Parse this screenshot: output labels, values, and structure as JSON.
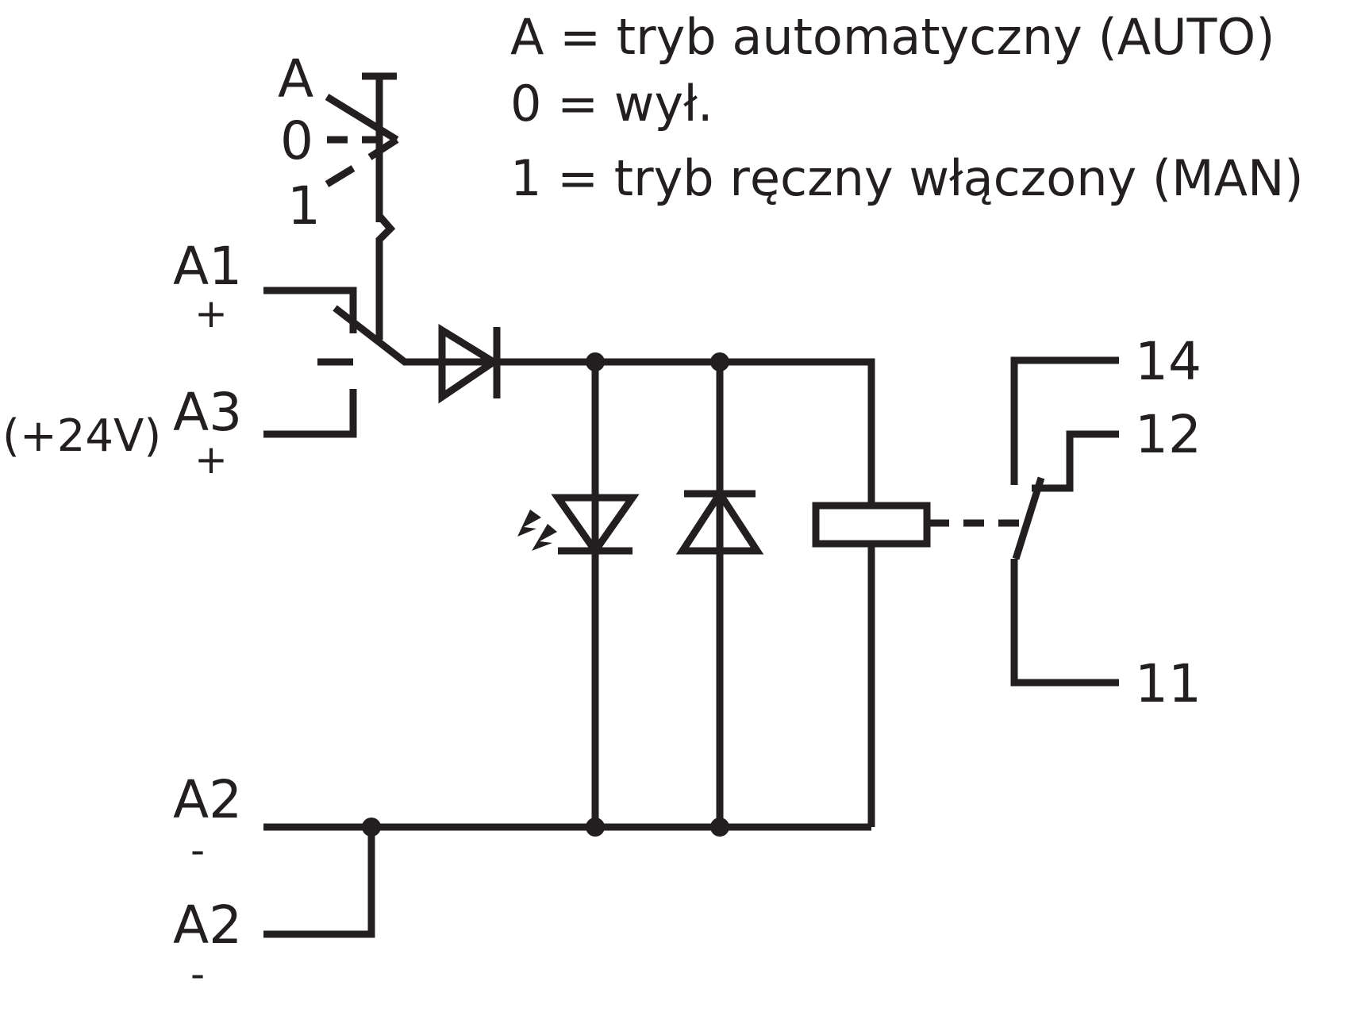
{
  "diagram": {
    "type": "relay-module-schematic",
    "legend": [
      {
        "key": "A",
        "text": "A = tryb automatyczny (AUTO)"
      },
      {
        "key": "0",
        "text": "0 = wył."
      },
      {
        "key": "1",
        "text": "1 = tryb ręczny włączony (MAN)"
      }
    ],
    "switch_positions": [
      "A",
      "0",
      "1"
    ],
    "terminals": {
      "a1": {
        "name": "A1",
        "polarity": "+"
      },
      "a3": {
        "name": "A3",
        "polarity": "+",
        "note": "(+24V)"
      },
      "a2_top": {
        "name": "A2",
        "polarity": "-"
      },
      "a2_bottom": {
        "name": "A2",
        "polarity": "-"
      },
      "contact_14": "14",
      "contact_12": "12",
      "contact_11": "11"
    },
    "components": [
      "mode-selector-switch",
      "series-diode",
      "status-led",
      "freewheeling-diode",
      "relay-coil",
      "changeover-contact"
    ],
    "line_color": "#231f20"
  }
}
